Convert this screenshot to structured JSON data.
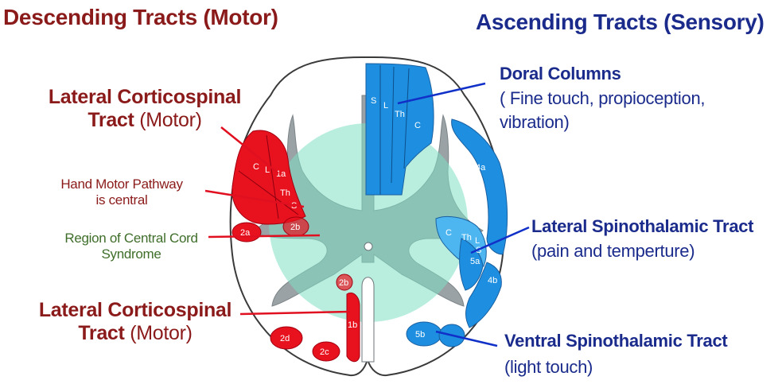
{
  "headers": {
    "left": "Descending Tracts (Motor)",
    "right": "Ascending Tracts (Sensory)"
  },
  "left_labels": {
    "lct_top": {
      "line1": "Lateral Corticospinal",
      "line2_bold": "Tract",
      "line2_rest": " (Motor)"
    },
    "hand": {
      "line1": "Hand Motor Pathway",
      "line2": "is central"
    },
    "region": {
      "line1": "Region of Central Cord",
      "line2": "Syndrome"
    },
    "lct_bottom": {
      "line1": "Lateral Corticospinal",
      "line2_bold": "Tract",
      "line2_rest": " (Motor)"
    }
  },
  "right_labels": {
    "dorsal": {
      "title": "Doral Columns",
      "line1": "( Fine touch, propioception,",
      "line2": "vibration)"
    },
    "lateral_st": {
      "title": "Lateral Spinothalamic Tract",
      "sub": "(pain and temperture)"
    },
    "ventral_st": {
      "title": "Ventral Spinothalamic Tract",
      "sub": "(light touch)"
    }
  },
  "tract_codes": {
    "red_upper": [
      "C",
      "L",
      "1a",
      "Th",
      "S"
    ],
    "dorsal": [
      "S",
      "L",
      "Th",
      "C"
    ],
    "lateral": [
      "4a",
      "C",
      "Th",
      "L",
      "S",
      "5a",
      "4b"
    ],
    "ventral": [
      "5b"
    ],
    "left_small": [
      "2a",
      "2b",
      "2b",
      "1b",
      "2d",
      "2c"
    ]
  },
  "colors": {
    "motor": "#e8121e",
    "sensory": "#1e8fe0",
    "sensory_light": "#4db6f0",
    "grey_matter": "#9aa2a6",
    "central_zone": "#7fe0c4",
    "header_red": "#8b1a1a",
    "header_blue": "#1a2b8c",
    "leader_blue": "#1030c8",
    "leader_red": "#e01020"
  }
}
